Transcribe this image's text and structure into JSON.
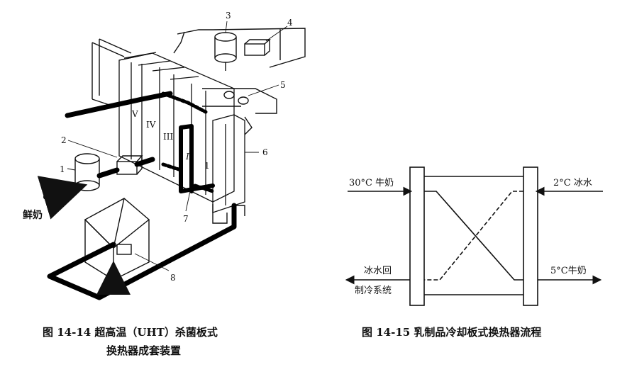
{
  "left_figure": {
    "caption_line1": "图 14-14   超高温（UHT）杀菌板式",
    "caption_line2": "换热器成套装置",
    "inlet_label": "鲜奶",
    "callouts": [
      "1",
      "2",
      "3",
      "4",
      "5",
      "6",
      "7",
      "8"
    ],
    "section_labels": [
      "V",
      "IV",
      "III",
      "II",
      "1"
    ]
  },
  "right_figure": {
    "caption": "图 14-15   乳制品冷却板式换热器流程",
    "in_milk": "30°C 牛奶",
    "in_ice_water": "2°C 冰水",
    "ice_water_return_1": "冰水回",
    "ice_water_return_2": "制冷系统",
    "out_milk": "5°C牛奶"
  }
}
